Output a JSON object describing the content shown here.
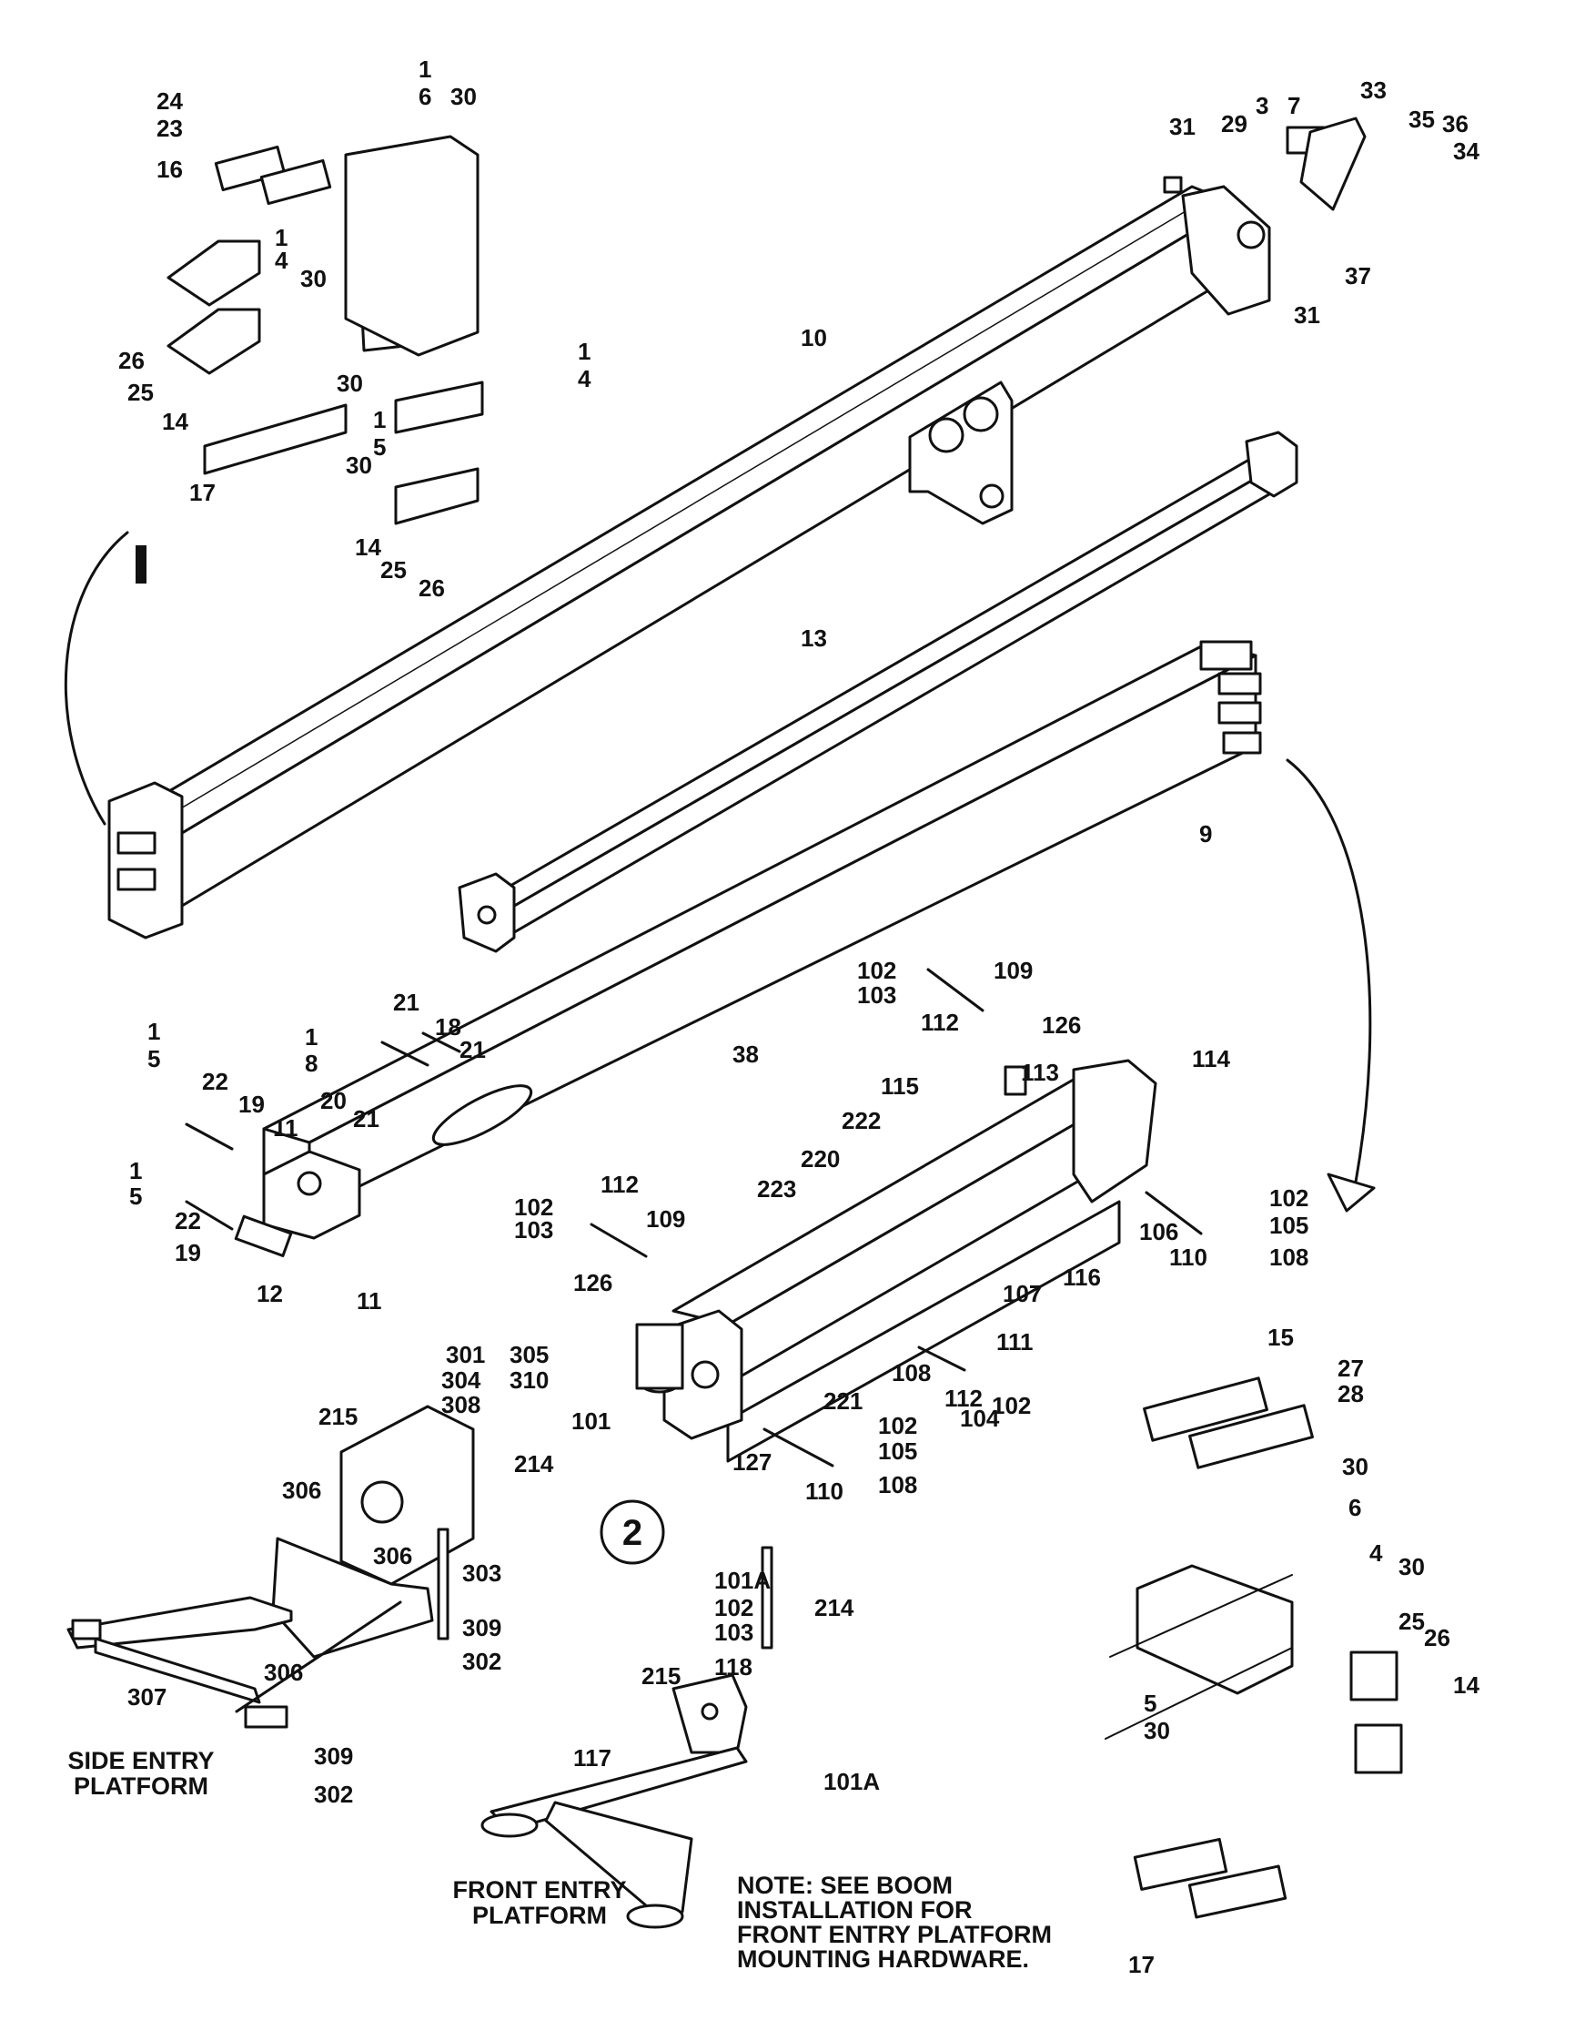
{
  "callouts": [
    "1",
    "6",
    "30",
    "24",
    "23",
    "16",
    "1",
    "4",
    "30",
    "26",
    "25",
    "14",
    "30",
    "1",
    "5",
    "30",
    "1",
    "4",
    "17",
    "14",
    "25",
    "26",
    "31",
    "29",
    "3",
    "7",
    "33",
    "35",
    "36",
    "34",
    "37",
    "31",
    "10",
    "13",
    "9",
    "21",
    "18",
    "21",
    "1",
    "8",
    "20",
    "21",
    "38",
    "1",
    "5",
    "22",
    "19",
    "11",
    "1",
    "5",
    "22",
    "19",
    "12",
    "11",
    "102",
    "103",
    "109",
    "126",
    "112",
    "113",
    "115",
    "114",
    "222",
    "220",
    "223",
    "112",
    "102",
    "103",
    "109",
    "126",
    "102",
    "105",
    "106",
    "110",
    "108",
    "107",
    "116",
    "111",
    "108",
    "112",
    "102",
    "104",
    "221",
    "101",
    "102",
    "105",
    "127",
    "110",
    "108",
    "301",
    "305",
    "304",
    "310",
    "308",
    "215",
    "214",
    "306",
    "306",
    "303",
    "309",
    "302",
    "306",
    "307",
    "309",
    "302",
    "101A",
    "214",
    "102",
    "103",
    "118",
    "215",
    "101A",
    "117",
    "15",
    "27",
    "28",
    "30",
    "6",
    "4",
    "30",
    "25",
    "26",
    "14",
    "5",
    "30",
    "17"
  ],
  "figure_number": "2",
  "captions": {
    "side_entry": [
      "SIDE ENTRY",
      "PLATFORM"
    ],
    "front_entry": [
      "FRONT ENTRY",
      "PLATFORM"
    ]
  },
  "note": [
    "NOTE: SEE BOOM",
    "INSTALLATION FOR",
    "FRONT ENTRY PLATFORM",
    "MOUNTING HARDWARE."
  ]
}
